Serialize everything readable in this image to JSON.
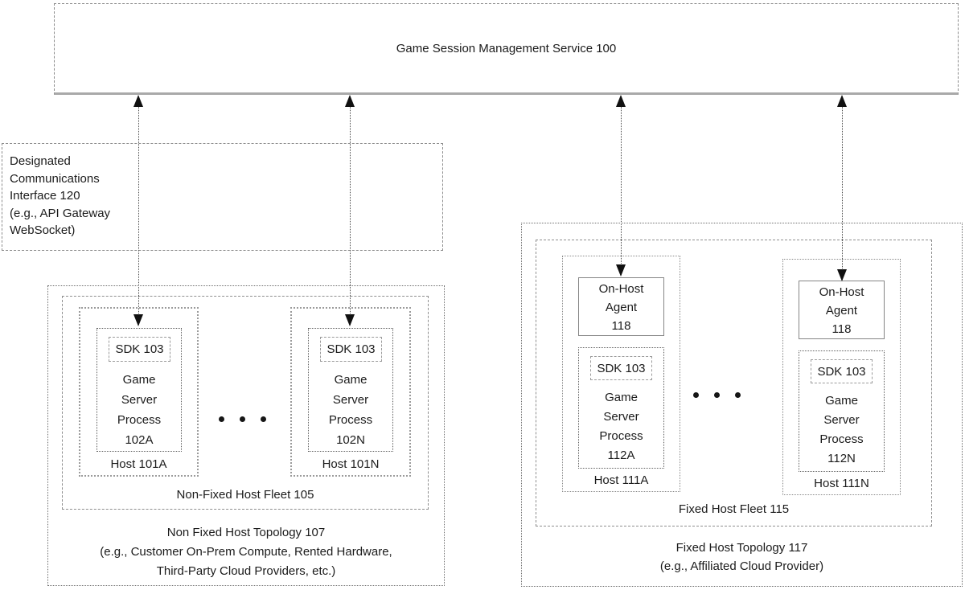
{
  "figure": {
    "service_label": "Game Session Management Service 100",
    "comms_interface_lines": [
      "Designated",
      "Communications",
      "Interface 120",
      "(e.g., API Gateway",
      "WebSocket)"
    ],
    "non_fixed_topology": {
      "caption_lines": [
        "Non Fixed Host Topology 107",
        "(e.g., Customer On-Prem Compute, Rented Hardware,",
        "Third-Party Cloud Providers, etc.)"
      ],
      "fleet_label": "Non-Fixed Host Fleet 105",
      "hosts": [
        {
          "label": "Host 101A",
          "sdk_label": "SDK 103",
          "process_lines": [
            "Game",
            "Server",
            "Process",
            "102A"
          ]
        },
        {
          "label": "Host 101N",
          "sdk_label": "SDK 103",
          "process_lines": [
            "Game",
            "Server",
            "Process",
            "102N"
          ]
        }
      ]
    },
    "fixed_topology": {
      "caption_lines": [
        "Fixed Host Topology 117",
        "(e.g., Affiliated Cloud Provider)"
      ],
      "fleet_label": "Fixed Host Fleet 115",
      "hosts": [
        {
          "label": "Host 111A",
          "agent_lines": [
            "On-Host",
            "Agent",
            "118"
          ],
          "sdk_label": "SDK 103",
          "process_lines": [
            "Game",
            "Server",
            "Process",
            "112A"
          ]
        },
        {
          "label": "Host 111N",
          "agent_lines": [
            "On-Host",
            "Agent",
            "118"
          ],
          "sdk_label": "SDK 103",
          "process_lines": [
            "Game",
            "Server",
            "Process",
            "112N"
          ]
        }
      ]
    },
    "icons": {
      "connector": "double-headed-dashed-arrow",
      "ellipsis": "three-dots-horizontal"
    },
    "colors": {
      "text": "#1b1b1b",
      "border": "#8a8a8a",
      "service_bottom_bar": "#a9a9a9",
      "arrow": "#111111",
      "background": "#ffffff"
    }
  }
}
